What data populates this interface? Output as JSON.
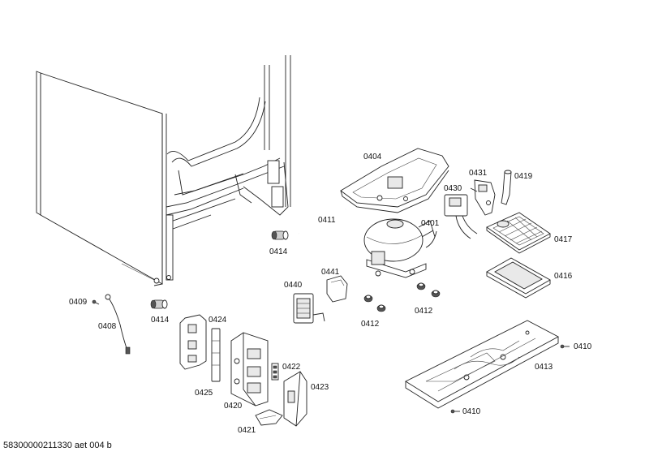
{
  "labels": {
    "p0404": "0404",
    "p0431": "0431",
    "p0419": "0419",
    "p0430": "0430",
    "p0411": "0411",
    "p0401": "0401",
    "p0417": "0417",
    "p0414a": "0414",
    "p0416": "0416",
    "p0441": "0441",
    "p0440": "0440",
    "p0409": "0409",
    "p0414b": "0414",
    "p0412a": "0412",
    "p0412b": "0412",
    "p0408": "0408",
    "p0424": "0424",
    "p0410a": "0410",
    "p0413": "0413",
    "p0422": "0422",
    "p0425": "0425",
    "p0423": "0423",
    "p0420": "0420",
    "p0410b": "0410",
    "p0421": "0421"
  },
  "footer": "58300000211330 aet 004 b"
}
